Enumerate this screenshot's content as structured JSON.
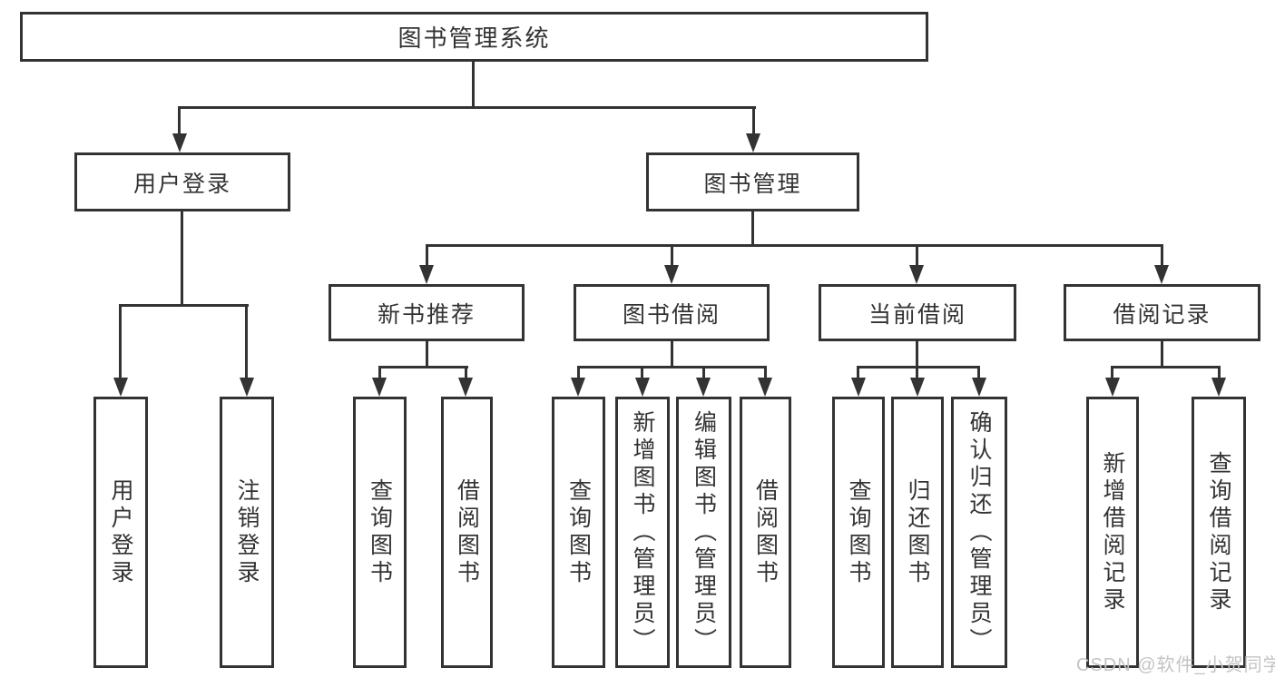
{
  "nodes": {
    "root": "图书管理系统",
    "user_login": "用户登录",
    "book_management": "图书管理",
    "new_book_recommend": "新书推荐",
    "book_borrowing": "图书借阅",
    "current_borrowing": "当前借阅",
    "borrowing_records": "借阅记录",
    "leaf_user_login": "用户登录",
    "leaf_logout": "注销登录",
    "leaf_nbr_query_books": "查询图书",
    "leaf_nbr_borrow_books": "借阅图书",
    "leaf_bb_query_books": "查询图书",
    "leaf_bb_add_books": "新增图书（管理员）",
    "leaf_bb_edit_books": "编辑图书（管理员）",
    "leaf_bb_borrow_books": "借阅图书",
    "leaf_cb_query_books": "查询图书",
    "leaf_cb_return_books": "归还图书",
    "leaf_cb_confirm_return": "确认归还（管理员）",
    "leaf_br_add_record": "新增借阅记录",
    "leaf_br_query_record": "查询借阅记录"
  },
  "tree": {
    "label": "图书管理系统",
    "children": [
      {
        "label": "用户登录",
        "children": [
          {
            "label": "用户登录"
          },
          {
            "label": "注销登录"
          }
        ]
      },
      {
        "label": "图书管理",
        "children": [
          {
            "label": "新书推荐",
            "children": [
              {
                "label": "查询图书"
              },
              {
                "label": "借阅图书"
              }
            ]
          },
          {
            "label": "图书借阅",
            "children": [
              {
                "label": "查询图书"
              },
              {
                "label": "新增图书（管理员）"
              },
              {
                "label": "编辑图书（管理员）"
              },
              {
                "label": "借阅图书"
              }
            ]
          },
          {
            "label": "当前借阅",
            "children": [
              {
                "label": "查询图书"
              },
              {
                "label": "归还图书"
              },
              {
                "label": "确认归还（管理员）"
              }
            ]
          },
          {
            "label": "借阅记录",
            "children": [
              {
                "label": "新增借阅记录"
              },
              {
                "label": "查询借阅记录"
              }
            ]
          }
        ]
      }
    ]
  },
  "watermark": "CSDN @软件_小贺同学",
  "colors": {
    "line": "#333333",
    "text": "#333333",
    "background": "#ffffff",
    "watermark": "#c4c4c4"
  }
}
